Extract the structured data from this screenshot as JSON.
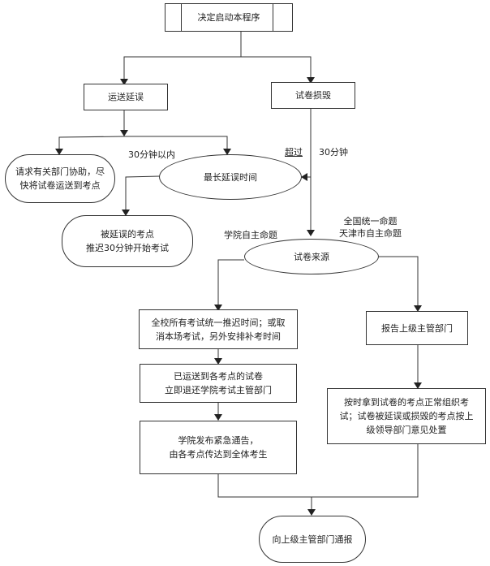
{
  "diagram": {
    "nodes": {
      "start": "决定启动本程序",
      "delay": "运送延误",
      "damage": "试卷损毁",
      "request_help": "请求有关部门协助，尽\n快将试卷运送到考点",
      "max_delay": "最长延误时间",
      "postpone": "被延误的考点\n推迟30分钟开始考试",
      "paper_source": "试卷来源",
      "school_wide": "全校所有考试统一推迟时间；或取\n消本场考试，另外安排补考时间",
      "return_papers": "已运送到各考点的试卷\n立即退还学院考试主管部门",
      "emergency_notice": "学院发布紧急通告，\n由各考点传达到全体考生",
      "report_superior": "报告上级主管部门",
      "normal_exam": "按时拿到试卷的考点正常组织考\n试；试卷被延误或损毁的考点按上\n级领导部门意见处置",
      "notify_superior": "向上级主管部门通报"
    },
    "edge_labels": {
      "within_30": "30分钟以内",
      "exceed": "超过",
      "thirty_min": "30分钟",
      "school_self": "学院自主命题",
      "national": "全国统一命题\n天津市自主命题"
    },
    "line_color": "#333333"
  }
}
